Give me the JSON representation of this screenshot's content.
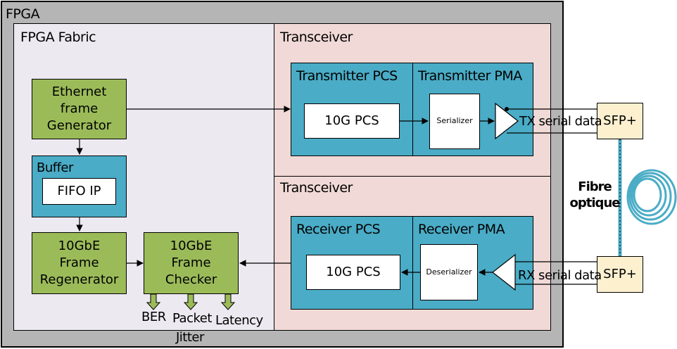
{
  "fpga": {
    "title": "FPGA"
  },
  "fabric": {
    "title": "FPGA Fabric",
    "eth_gen": "Ethernet frame Generator",
    "buffer": {
      "title": "Buffer",
      "fifo": "FIFO IP"
    },
    "regenerator": "10GbE Frame Regenerator",
    "checker": "10GbE Frame Checker",
    "outputs": {
      "ber": "BER",
      "jitter": "Jitter",
      "packet": "Packet",
      "latency": "Latency"
    }
  },
  "tx": {
    "region_title": "Transceiver",
    "pcs_title": "Transmitter PCS",
    "pcs_block": "10G PCS",
    "pma_title": "Transmitter PMA",
    "serializer": "Serializer",
    "serial_label": "TX serial data",
    "sfp": "SFP+"
  },
  "rx": {
    "region_title": "Transceiver",
    "pcs_title": "Receiver PCS",
    "pcs_block": "10G PCS",
    "pma_title": "Receiver PMA",
    "deserializer": "Deserializer",
    "serial_label": "RX serial data",
    "sfp": "SFP+"
  },
  "fibre": {
    "label": "Fibre optique"
  },
  "colors": {
    "fpga_bg": "#b5b5b5",
    "fabric_bg": "#ece9f1",
    "transceiver_bg": "#f0d9d6",
    "pcs_pma_bg": "#4aacc6",
    "fabric_block": "#9bbb59",
    "sfp_bg": "#fcf0cf",
    "fibre": "#4aacc6"
  }
}
